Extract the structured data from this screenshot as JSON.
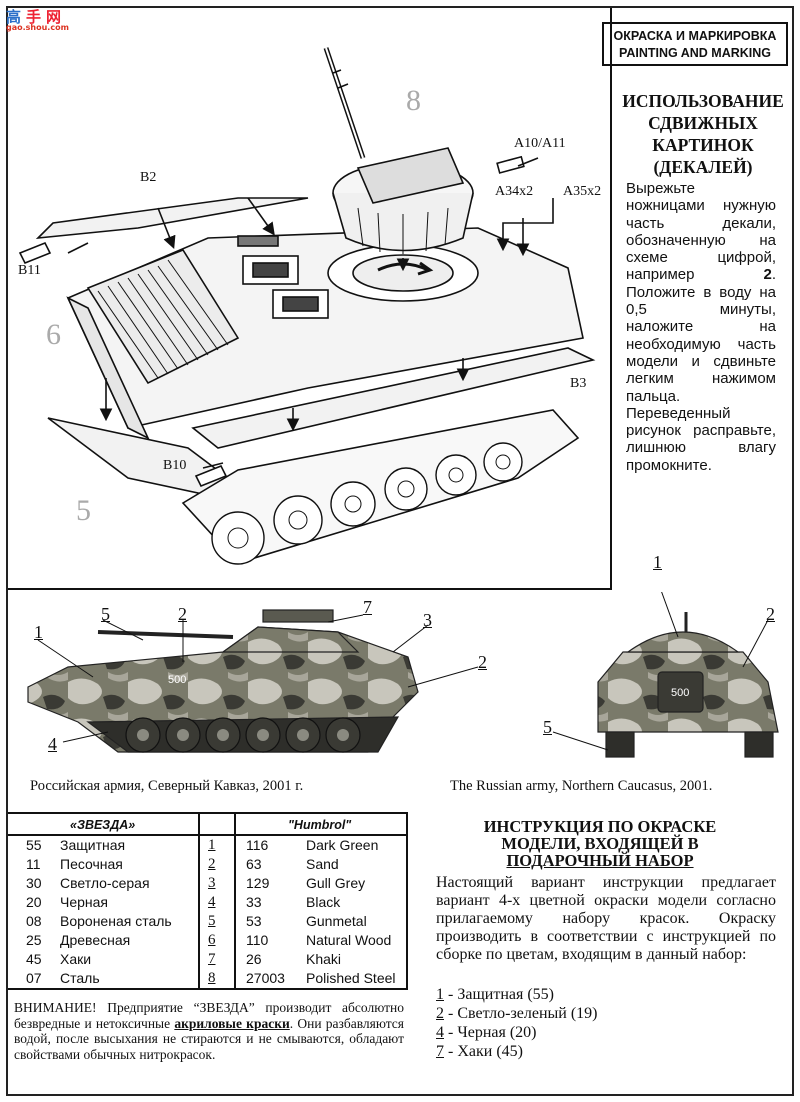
{
  "watermark": {
    "chars": [
      "高",
      "手",
      "网"
    ],
    "url": "gao.shou.com"
  },
  "header": {
    "line1": "ОКРАСКА И МАРКИРОВКА",
    "line2": "PAINTING AND MARKING"
  },
  "decals": {
    "title": [
      "ИСПОЛЬЗОВАНИЕ",
      "СДВИЖНЫХ",
      "КАРТИНОК",
      "(ДЕКАЛЕЙ)"
    ],
    "text_before": "Вырежьте ножницами нужную часть декали, обозначенную на схеме цифрой, например",
    "example_number": "2",
    "text_after": ". Положите в воду на 0,5 минуты, наложите на необходимую часть модели и сдвиньте легким нажимом пальца. Переведенный рисунок расправьте, лишнюю влагу промокните."
  },
  "exploded_view": {
    "labels": {
      "b2": "B2",
      "b11": "B11",
      "b3": "B3",
      "b10": "B10",
      "a10a11": "A10/A11",
      "a34": "A34x2",
      "a35": "A35x2",
      "n8": "8",
      "n6": "6",
      "n5": "5"
    }
  },
  "side_view": {
    "callouts": {
      "c1": "1",
      "c2": "2",
      "c3": "3",
      "c4": "4",
      "c5": "5",
      "c7": "7",
      "c2b": "2"
    },
    "marking": "500"
  },
  "front_view": {
    "callouts": {
      "c1": "1",
      "c2": "2",
      "c5": "5"
    },
    "marking": "500"
  },
  "captions": {
    "ru": "Российская армия, Северный Кавказ, 2001 г.",
    "en": "The Russian army, Northern Caucasus, 2001."
  },
  "paint_table": {
    "headers": {
      "zvezda": "«ЗВЕЗДА»",
      "humbrol": "\"Humbrol\""
    },
    "rows": [
      {
        "zv_code": "55",
        "zv_name": "Защитная",
        "idx": "1",
        "hb_code": "116",
        "hb_name": "Dark Green"
      },
      {
        "zv_code": "11",
        "zv_name": "Песочная",
        "idx": "2",
        "hb_code": "63",
        "hb_name": "Sand"
      },
      {
        "zv_code": "30",
        "zv_name": "Светло-серая",
        "idx": "3",
        "hb_code": "129",
        "hb_name": "Gull Grey"
      },
      {
        "zv_code": "20",
        "zv_name": "Черная",
        "idx": "4",
        "hb_code": "33",
        "hb_name": "Black"
      },
      {
        "zv_code": "08",
        "zv_name": "Вороненая сталь",
        "idx": "5",
        "hb_code": "53",
        "hb_name": "Gunmetal"
      },
      {
        "zv_code": "25",
        "zv_name": "Древесная",
        "idx": "6",
        "hb_code": "110",
        "hb_name": "Natural Wood"
      },
      {
        "zv_code": "45",
        "zv_name": "Хаки",
        "idx": "7",
        "hb_code": "26",
        "hb_name": "Khaki"
      },
      {
        "zv_code": "07",
        "zv_name": "Сталь",
        "idx": "8",
        "hb_code": "27003",
        "hb_name": "Polished Steel"
      }
    ]
  },
  "warning": {
    "part1": "ВНИМАНИЕ! Предприятие “ЗВЕЗДА” производит абсолютно безвредные и нетоксичные",
    "highlight": "акриловые краски",
    "part2": ". Они разбавляются водой, после высыхания не стираются и не смываются, обладают свойствами обычных нитрокрасок."
  },
  "paint_instructions": {
    "title_line1": "ИНСТРУКЦИЯ ПО ОКРАСКЕ",
    "title_line2": "МОДЕЛИ, ВХОДЯЩЕЙ В",
    "title_line3": "ПОДАРОЧНЫЙ НАБОР",
    "text": "Настоящий вариант инструкции предлагает вариант 4-х цветной окраски модели согласно прилагаемому набору красок. Окраску производить в соответствии с инструкцией по сборке по цветам, входящим в данный набор:",
    "items": [
      {
        "idx": "1",
        "label": " - Защитная (55)"
      },
      {
        "idx": "2",
        "label": " - Светло-зеленый (19)"
      },
      {
        "idx": "4",
        "label": " - Черная (20)"
      },
      {
        "idx": "7",
        "label": " - Хаки (45)"
      }
    ]
  },
  "colors": {
    "camo_green": "#7a7a6a",
    "camo_sand": "#c8c6bc",
    "camo_dark": "#3a3a34",
    "ink": "#111111"
  }
}
